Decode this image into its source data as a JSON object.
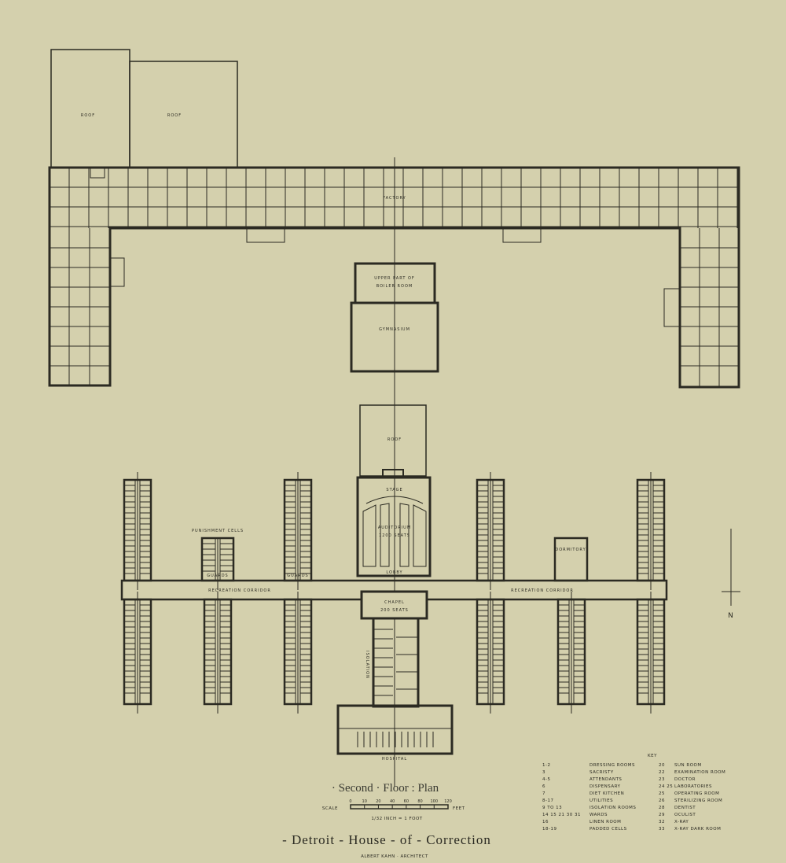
{
  "labels": {
    "roof_1": "Roof",
    "roof_2": "Roof",
    "factory": "Factory",
    "boiler_room": "Upper Part of",
    "boiler_room_2": "Boiler Room",
    "gymnasium": "Gymnasium",
    "roof_auditorium": "Roof",
    "stage": "Stage",
    "auditorium": "Auditorium",
    "auditorium_seats": "1200 Seats",
    "lobby": "Lobby",
    "chapel": "Chapel",
    "chapel_seats": "200 Seats",
    "punishment_cells": "Punishment Cells",
    "guards_1": "Guards",
    "guards_2": "Guards",
    "recreation_corridor_1": "Recreation Corridor",
    "recreation_corridor_2": "Recreation Corridor",
    "dormitory": "Dormitory",
    "isolation": "Isolation",
    "hospital": "Hospital",
    "compass_north": "N"
  },
  "key": {
    "title": "Key",
    "left": [
      {
        "num": "1-2",
        "name": "Dressing Rooms"
      },
      {
        "num": "3",
        "name": "Sacristy"
      },
      {
        "num": "4-5",
        "name": "Attendants"
      },
      {
        "num": "6",
        "name": "Dispensary"
      },
      {
        "num": "7",
        "name": "Diet Kitchen"
      },
      {
        "num": "8-17",
        "name": "Utilities"
      },
      {
        "num": "9 to 13",
        "name": "Isolation Rooms"
      },
      {
        "num": "14 15 21 30 31",
        "name": "Wards"
      },
      {
        "num": "16",
        "name": "Linen Room"
      },
      {
        "num": "18-19",
        "name": "Padded Cells"
      }
    ],
    "right": [
      {
        "num": "20",
        "name": "Sun Room"
      },
      {
        "num": "22",
        "name": "Examination Room"
      },
      {
        "num": "23",
        "name": "Doctor"
      },
      {
        "num": "24 25",
        "name": "Laboratories"
      },
      {
        "num": "25",
        "name": "Operating Room"
      },
      {
        "num": "26",
        "name": "Sterilizing Room"
      },
      {
        "num": "28",
        "name": "Dentist"
      },
      {
        "num": "29",
        "name": "Oculist"
      },
      {
        "num": "32",
        "name": "X-Ray"
      },
      {
        "num": "33",
        "name": "X-Ray Dark Room"
      }
    ]
  },
  "plan_title": "· Second · Floor : Plan",
  "scale": {
    "label": "Scale",
    "unit": "Feet",
    "ticks": [
      "0",
      "10",
      "20",
      "40",
      "60",
      "80",
      "100",
      "120"
    ],
    "ratio": "1/32 Inch = 1 Foot"
  },
  "title": "- Detroit - House - of - Correction",
  "architect": "Albert Kahn · Architect"
}
